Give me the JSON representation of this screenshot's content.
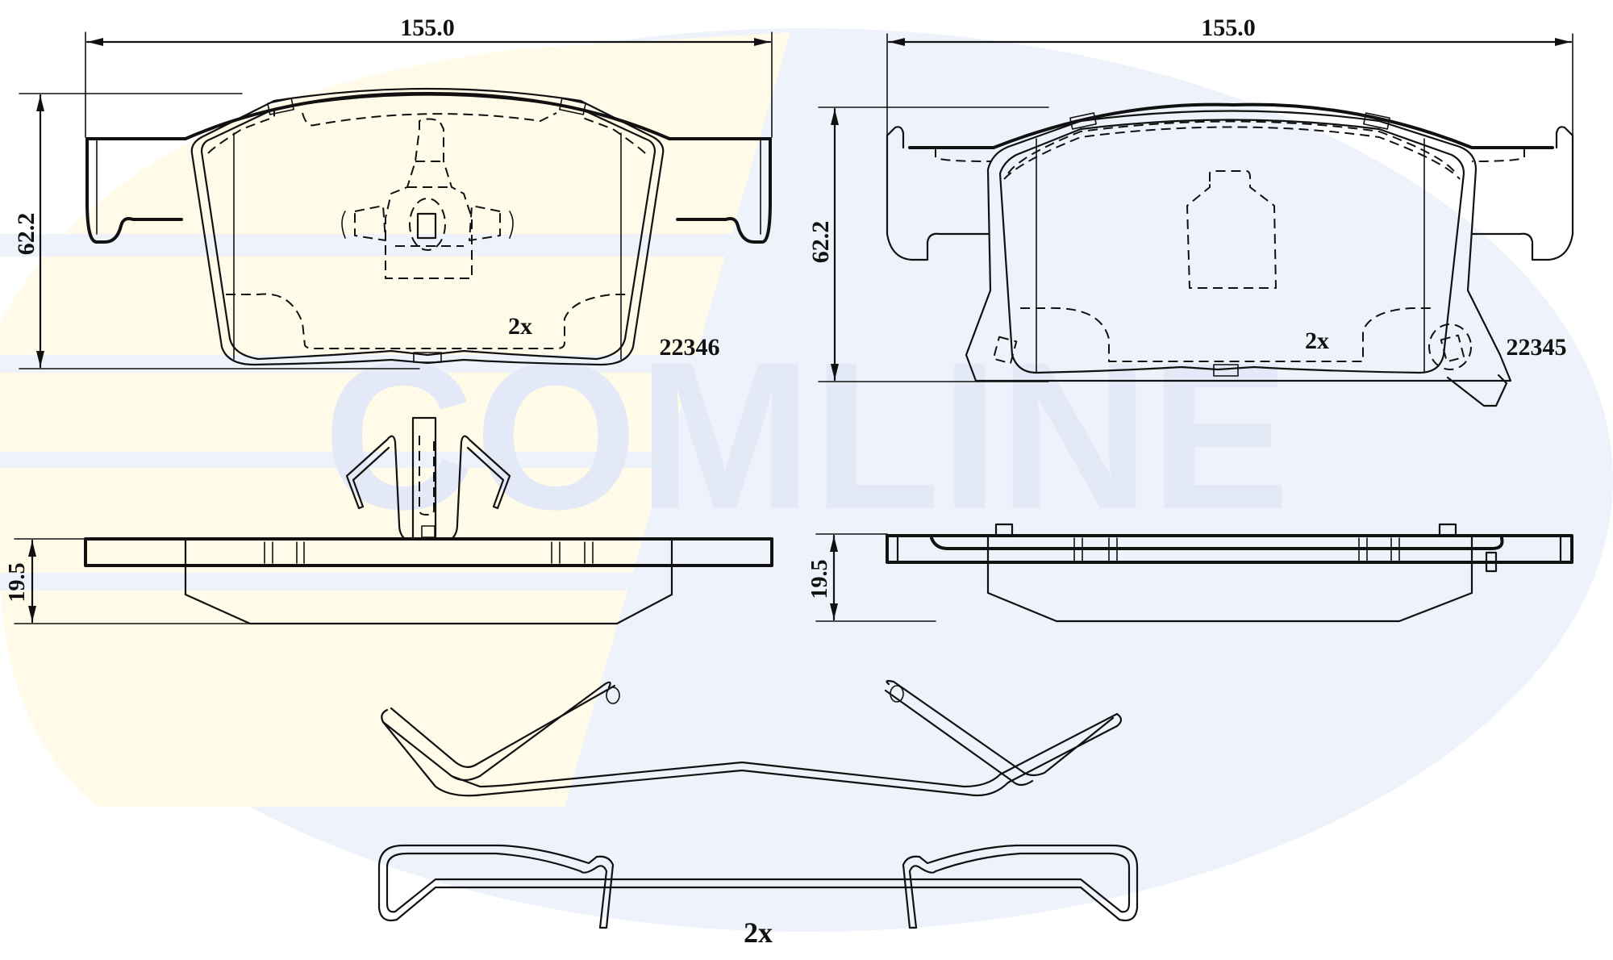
{
  "watermark": {
    "text": "COMLINE",
    "colors": {
      "blue": "#eef2fb",
      "yellow": "#fffbe8"
    }
  },
  "pads": [
    {
      "part_number": "22346",
      "quantity": "2x",
      "width_dim": "155.0",
      "height_dim": "62.2",
      "thickness_dim": "19.5"
    },
    {
      "part_number": "22345",
      "quantity": "2x",
      "width_dim": "155.0",
      "height_dim": "62.2",
      "thickness_dim": "19.5"
    }
  ],
  "springs": {
    "quantity": "2x"
  }
}
